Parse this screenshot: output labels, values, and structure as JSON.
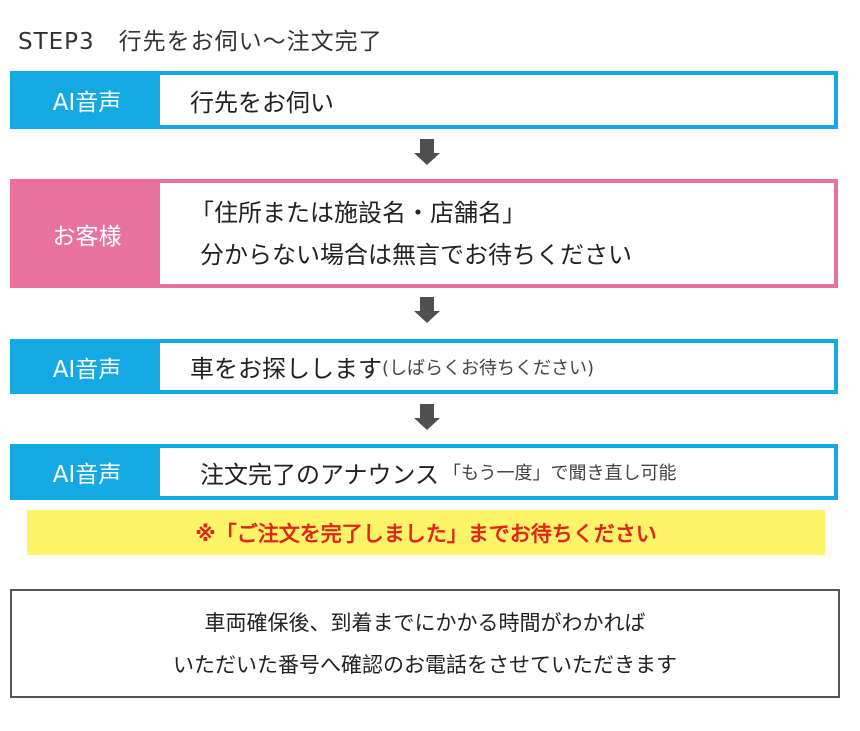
{
  "title": "STEP3　行先をお伺い〜注文完了",
  "steps": [
    {
      "speaker": "AI音声",
      "line1": "行先をお伺い"
    },
    {
      "speaker": "お客様",
      "line1": "「住所または施設名・店舗名」",
      "line2": "分からない場合は無言でお待ちください"
    },
    {
      "speaker": "AI音声",
      "main": "車をお探しします",
      "small": "(しばらくお待ちください)"
    },
    {
      "speaker": "AI音声",
      "main": "注文完了のアナウンス",
      "small": "「もう一度」で聞き直し可能"
    }
  ],
  "note": "※「ご注文を完了しました」までお待ちください",
  "info": {
    "line1": "車両確保後、到着までにかかる時間がわかれば",
    "line2": "いただいた番号へ確認のお電話をさせていただきます"
  },
  "colors": {
    "ai": "#15a9e3",
    "customer": "#e8729d",
    "note_bg": "#fdf567",
    "note_text": "#e0261b"
  }
}
